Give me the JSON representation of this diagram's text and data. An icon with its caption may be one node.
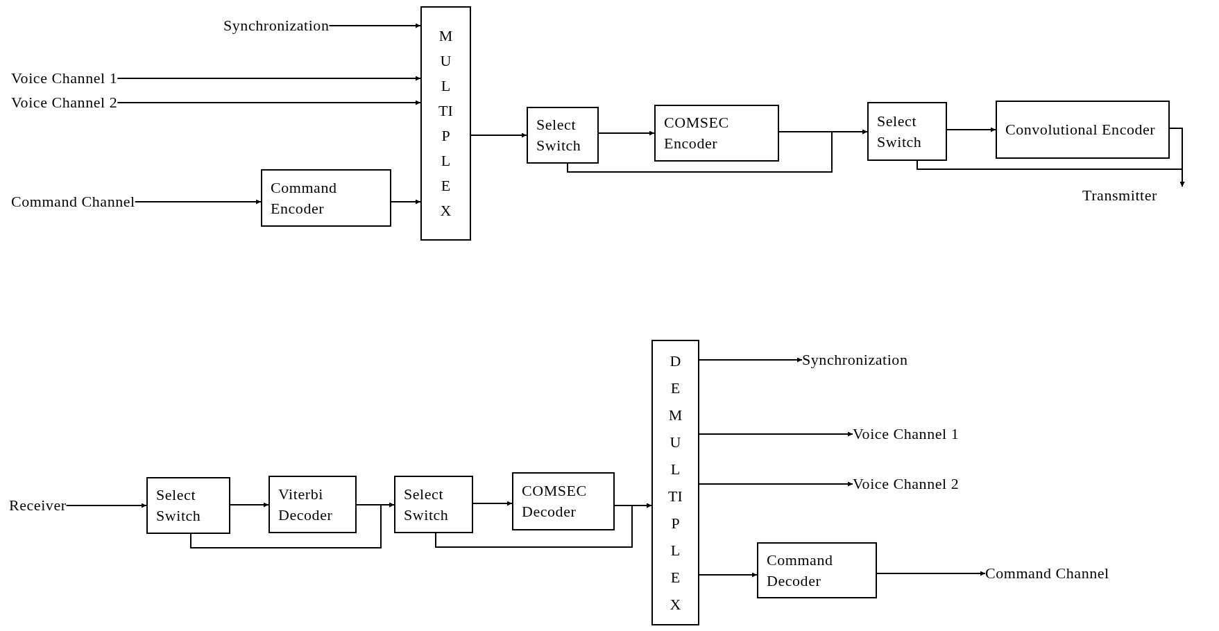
{
  "diagram": {
    "nodes": [
      {
        "text": [
          "Synchronization"
        ]
      },
      {
        "text": [
          "Voice Channel 1"
        ]
      },
      {
        "text": [
          "Voice Channel 2"
        ]
      },
      {
        "text": [
          "Command Channel"
        ]
      },
      {
        "text": [
          "Command Encoder"
        ]
      },
      {
        "text": [
          "MULTIPLEX"
        ]
      },
      {
        "text": [
          "Select Switch"
        ]
      },
      {
        "text": [
          "COMSEC Encoder"
        ]
      },
      {
        "text": [
          "Select Switch"
        ]
      },
      {
        "text": [
          "Convolutional Encoder"
        ]
      },
      {
        "text": [
          "Transmitter"
        ]
      },
      {
        "text": [
          "Receiver"
        ]
      },
      {
        "text": [
          "Select Switch"
        ]
      },
      {
        "text": [
          "Viterbi Decoder"
        ]
      },
      {
        "text": [
          "Select Switch"
        ]
      },
      {
        "text": [
          "COMSEC Decoder"
        ]
      },
      {
        "text": [
          "DEMULTIPLEX"
        ]
      },
      {
        "text": [
          "Synchronization"
        ]
      },
      {
        "text": [
          "Voice Channel 1"
        ]
      },
      {
        "text": [
          "Voice Channel 2"
        ]
      },
      {
        "text": [
          "Command Decoder"
        ]
      },
      {
        "text": [
          "Command Channel"
        ]
      }
    ],
    "edges": [
      {
        "from": 0,
        "to": 5,
        "arrow": "to"
      },
      {
        "from": 1,
        "to": 5,
        "arrow": "to"
      },
      {
        "from": 2,
        "to": 5,
        "arrow": "to"
      },
      {
        "from": 3,
        "to": 4,
        "arrow": "to"
      },
      {
        "from": 4,
        "to": 5,
        "arrow": "to"
      },
      {
        "from": 5,
        "to": 6,
        "arrow": "to"
      },
      {
        "from": 6,
        "to": 7,
        "arrow": "to"
      },
      {
        "from": 7,
        "to": 8,
        "arrow": "to"
      },
      {
        "from": 6,
        "to": 8,
        "arrow": "to"
      },
      {
        "from": 8,
        "to": 9,
        "arrow": "to"
      },
      {
        "from": 9,
        "to": 10,
        "arrow": "to"
      },
      {
        "from": 8,
        "to": 10,
        "arrow": "to"
      },
      {
        "from": 11,
        "to": 12,
        "arrow": "to"
      },
      {
        "from": 12,
        "to": 13,
        "arrow": "to"
      },
      {
        "from": 13,
        "to": 14,
        "arrow": "to"
      },
      {
        "from": 12,
        "to": 14,
        "arrow": "to"
      },
      {
        "from": 14,
        "to": 15,
        "arrow": "to"
      },
      {
        "from": 15,
        "to": 16,
        "arrow": "to"
      },
      {
        "from": 14,
        "to": 16,
        "arrow": "to"
      },
      {
        "from": 16,
        "to": 17,
        "arrow": "to"
      },
      {
        "from": 16,
        "to": 18,
        "arrow": "to"
      },
      {
        "from": 16,
        "to": 19,
        "arrow": "to"
      },
      {
        "from": 16,
        "to": 20,
        "arrow": "to"
      },
      {
        "from": 20,
        "to": 21,
        "arrow": "to"
      }
    ]
  }
}
